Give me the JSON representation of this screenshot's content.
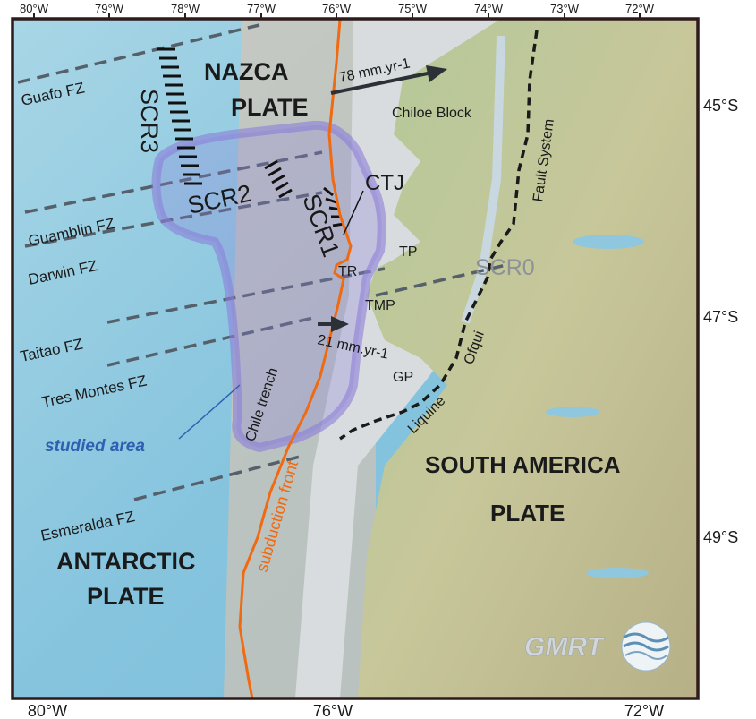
{
  "axes": {
    "top_ticks": [
      "80°W",
      "79°W",
      "78°W",
      "77°W",
      "76°W",
      "75°W",
      "74°W",
      "73°W",
      "72°W"
    ],
    "bottom_ticks": [
      "80°W",
      "76°W",
      "72°W"
    ],
    "right_ticks": [
      "45°S",
      "47°S",
      "49°S"
    ]
  },
  "plates": {
    "nazca": [
      "NAZCA",
      "PLATE"
    ],
    "south_america": [
      "SOUTH AMERICA",
      "PLATE"
    ],
    "antarctic": [
      "ANTARCTIC",
      "PLATE"
    ]
  },
  "fracture_zones": [
    "Guafo FZ",
    "Guamblin FZ",
    "Darwin FZ",
    "Taitao FZ",
    "Tres Montes FZ",
    "Esmeralda FZ"
  ],
  "ridges": [
    "SCR3",
    "SCR2",
    "SCR1",
    "SCR0"
  ],
  "features": {
    "ctj": "CTJ",
    "tr": "TR",
    "tp": "TP",
    "tmp": "TMP",
    "gp": "GP",
    "chiloe": "Chiloe Block",
    "fault_system": "Fault System",
    "ofqui": "Ofqui",
    "liquine": "Liquine",
    "chile_trench": "Chile trench",
    "subduction_front": "subduction front"
  },
  "velocities": {
    "nazca": "78 mm.yr-1",
    "tr": "21 mm.yr-1"
  },
  "studied_area": "studied area",
  "logo": "GMRT",
  "colors": {
    "ocean": "#8fcbe0",
    "deep_ocean": "#7fc0dc",
    "shelf": "#d8dadc",
    "land": "#a9c089",
    "front": "#f06a12",
    "studied": "#8a7fd8",
    "studied_label": "#2f5fb0"
  }
}
